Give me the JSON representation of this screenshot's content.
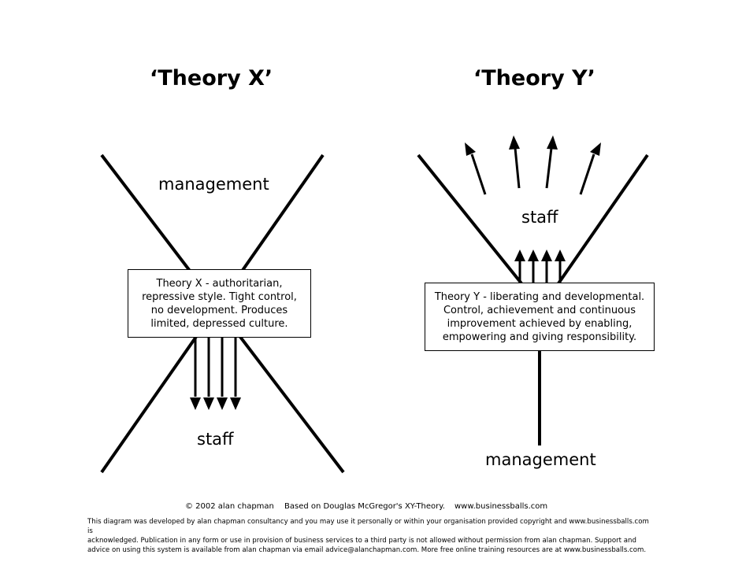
{
  "theory_x": {
    "title": "‘Theory X’",
    "top_label": "management",
    "bottom_label": "staff",
    "box_lines": [
      "Theory X - authoritarian,",
      "repressive style.  Tight control,",
      "no development.  Produces",
      "limited, depressed culture."
    ]
  },
  "theory_y": {
    "title": "‘Theory Y’",
    "top_label": "staff",
    "bottom_label": "management",
    "box_lines": [
      "Theory Y - liberating and  developmental.",
      "Control, achievement and continuous",
      "improvement achieved by enabling,",
      "empowering and giving responsibility."
    ]
  },
  "footer": {
    "copyright": "© 2002 alan chapman",
    "basis": "Based on Douglas McGregor's XY-Theory.",
    "website": "www.businessballs.com",
    "notice_lines": [
      "This diagram was developed by alan chapman consultancy and you may use it personally or within your organisation provided copyright and www.businessballs.com is",
      "acknowledged.  Publication in any form or use in provision of business services to a third party is not allowed without permission from alan chapman.  Support and",
      "advice on using this system is available from alan chapman via email advice@alanchapman.com. More free online training resources are at www.businessballs.com."
    ]
  }
}
